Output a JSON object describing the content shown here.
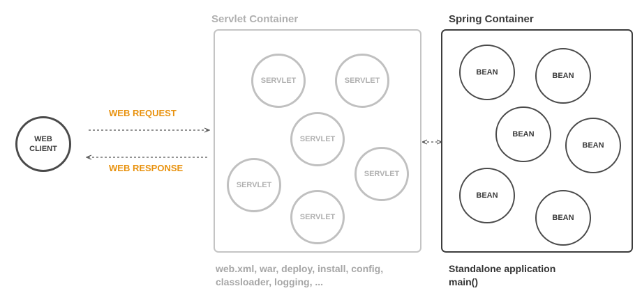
{
  "servlet_container": {
    "title": "Servlet Container",
    "footer_line1": "web.xml, war, deploy, install, config,",
    "footer_line2": "classloader, logging, ...",
    "node_label": "SERVLET"
  },
  "spring_container": {
    "title": "Spring Container",
    "footer_line1": "Standalone application",
    "footer_line2": "main()",
    "node_label": "BEAN"
  },
  "web_client": {
    "line1": "WEB",
    "line2": "CLIENT"
  },
  "arrows": {
    "request_label": "WEB REQUEST",
    "response_label": "WEB RESPONSE"
  },
  "colors": {
    "accent": "#e8920f",
    "servlet_gray": "#c0c0c0",
    "spring_dark": "#4a4a4a"
  }
}
